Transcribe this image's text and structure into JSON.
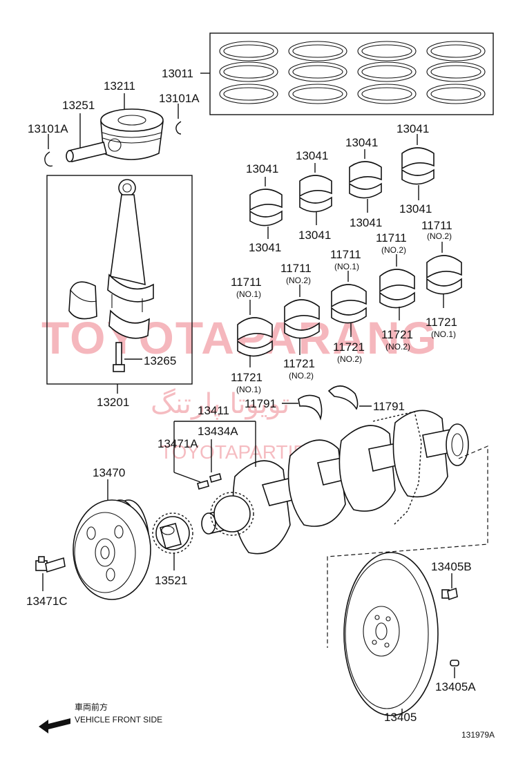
{
  "diagram": {
    "code": "131979A",
    "direction": {
      "japanese": "車両前方",
      "english": "VEHICLE FRONT SIDE"
    },
    "watermark": {
      "main": "TOYOTAPARANG",
      "persian": "تویوتا پارتنگ",
      "url": "TOYOTAPARTIR"
    },
    "labels": {
      "p13011": "13011",
      "p13211": "13211",
      "p13251": "13251",
      "p13101a_right": "13101A",
      "p13101a_left": "13101A",
      "p13041_a": "13041",
      "p13041_b": "13041",
      "p13041_c": "13041",
      "p13041_d": "13041",
      "p13041_e": "13041",
      "p13041_f": "13041",
      "p13041_g": "13041",
      "p13041_h": "13041",
      "p11711_a": "11711",
      "p11711_b": "11711",
      "p11711_c": "11711",
      "p11711_d": "11711",
      "p11711_e": "11711",
      "p11721_a": "11721",
      "p11721_b": "11721",
      "p11721_c": "11721",
      "p11721_d": "11721",
      "p11721_e": "11721",
      "p13265": "13265",
      "p13201": "13201",
      "p11791_left": "11791",
      "p11791_right": "11791",
      "p13411": "13411",
      "p13434a": "13434A",
      "p13471a": "13471A",
      "p13470": "13470",
      "p13521": "13521",
      "p13471c": "13471C",
      "p13405b": "13405B",
      "p13405a": "13405A",
      "p13405": "13405"
    },
    "sublabels": {
      "no1_a": "(NO.1)",
      "no2_b": "(NO.2)",
      "no1_c": "(NO.1)",
      "no2_d": "(NO.2)",
      "no2_e": "(NO.2)",
      "no1_f": "(NO.1)",
      "no2_g": "(NO.2)",
      "no2_h": "(NO.2)",
      "no2_i": "(NO.2)",
      "no1_j": "(NO.1)"
    }
  }
}
